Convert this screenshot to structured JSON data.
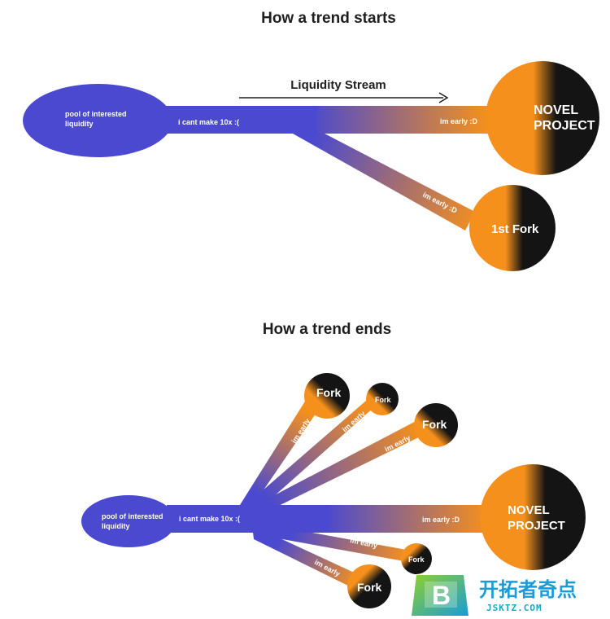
{
  "colors": {
    "blue": "#4a49cf",
    "orange": "#f5901c",
    "dark": "#141414"
  },
  "top": {
    "title": "How a trend starts",
    "stream_label": "Liquidity Stream",
    "pool_label_line1": "pool of interested",
    "pool_label_line2": "liquidity",
    "cant_label": "i cant make 10x :(",
    "early_main": "im early :D",
    "early_fork": "im early :D",
    "novel_line1": "NOVEL",
    "novel_line2": "PROJECT",
    "fork_label": "1st Fork"
  },
  "bottom": {
    "title": "How a trend ends",
    "pool_label_line1": "pool of interested",
    "pool_label_line2": "liquidity",
    "cant_label": "i cant make 10x :(",
    "early_main": "im early :D",
    "novel_line1": "NOVEL",
    "novel_line2": "PROJECT",
    "forks": [
      {
        "label": "Fork",
        "early": "im early"
      },
      {
        "label": "Fork",
        "early": "im early"
      },
      {
        "label": "Fork",
        "early": "im early"
      },
      {
        "label": "Fork",
        "early": "im early"
      },
      {
        "label": "Fork",
        "early": "im early"
      }
    ]
  },
  "watermark": {
    "badge_letter": "B",
    "name": "开拓者奇点",
    "domain": "JSKTZ.COM"
  }
}
